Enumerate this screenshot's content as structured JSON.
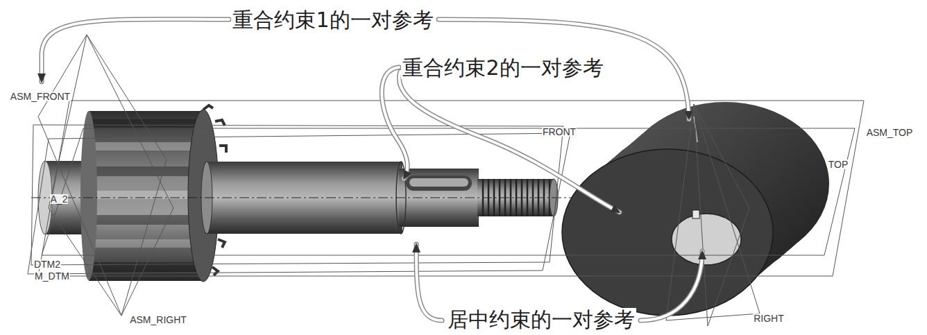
{
  "diagram": {
    "labels": [
      "重合约束1的一对参考",
      "ASM_FRONT",
      "重合约束2的一对参考",
      "FRONT",
      "ASM_TOP",
      "TOP",
      "A_2",
      "DTM2",
      "M_DTM",
      "ASM_RIGHT",
      "居中约束的一对参考",
      "RIGHT"
    ]
  }
}
